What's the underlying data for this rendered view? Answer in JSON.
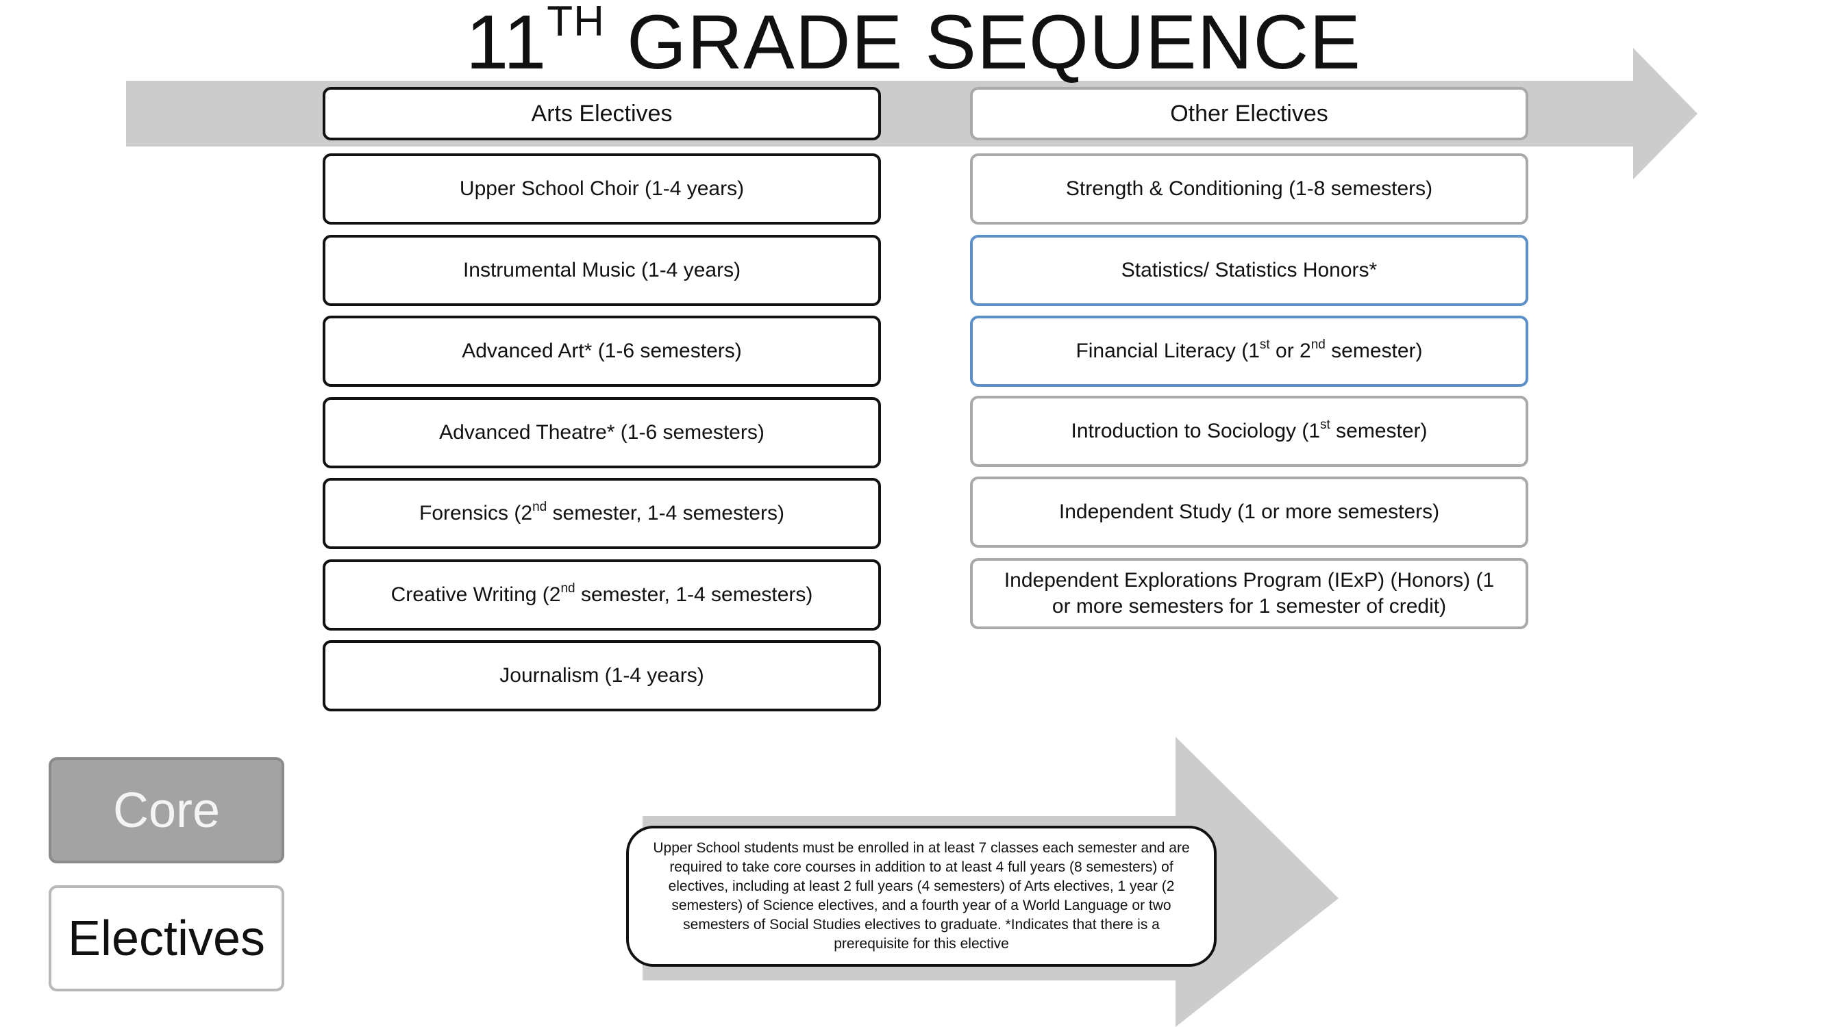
{
  "title": {
    "text": "11",
    "superscript": "TH",
    "rest": " GRADE SEQUENCE"
  },
  "arts_electives": {
    "header": "Arts Electives",
    "items": [
      {
        "parts": [
          {
            "t": "Upper School Choir (1-4 years)"
          }
        ]
      },
      {
        "parts": [
          {
            "t": "Instrumental Music (1-4 years)"
          }
        ]
      },
      {
        "parts": [
          {
            "t": "Advanced Art* (1-6 semesters)"
          }
        ]
      },
      {
        "parts": [
          {
            "t": "Advanced Theatre* (1-6 semesters)"
          }
        ]
      },
      {
        "parts": [
          {
            "t": "Forensics (2"
          },
          {
            "sup": "nd"
          },
          {
            "t": " semester, 1-4 semesters)"
          }
        ]
      },
      {
        "parts": [
          {
            "t": "Creative Writing (2"
          },
          {
            "sup": "nd"
          },
          {
            "t": " semester, 1-4 semesters)"
          }
        ]
      },
      {
        "parts": [
          {
            "t": "Journalism (1-4 years)"
          }
        ]
      }
    ]
  },
  "other_electives": {
    "header": "Other Electives",
    "items": [
      {
        "parts": [
          {
            "t": "Strength & Conditioning (1-8 semesters)"
          }
        ]
      },
      {
        "parts": [
          {
            "t": "Statistics/ Statistics Honors*"
          }
        ]
      },
      {
        "parts": [
          {
            "t": "Financial Literacy (1"
          },
          {
            "sup": "st"
          },
          {
            "t": " or 2"
          },
          {
            "sup": "nd"
          },
          {
            "t": " semester)"
          }
        ]
      },
      {
        "parts": [
          {
            "t": "Introduction to Sociology (1"
          },
          {
            "sup": "st"
          },
          {
            "t": " semester)"
          }
        ]
      },
      {
        "parts": [
          {
            "t": "Independent Study (1 or more semesters)"
          }
        ]
      },
      {
        "parts": [
          {
            "t": "Independent Explorations Program (IExP) (Honors) (1 or more semesters for 1 semester of credit)"
          }
        ]
      }
    ]
  },
  "legend": {
    "core": "Core",
    "electives": "Electives"
  },
  "note": "Upper School students must be enrolled in at least 7 classes each semester and are required to take core courses in addition to at least 4 full years (8 semesters) of electives, including at least 2 full years (4 semesters) of Arts electives, 1 year (2 semesters) of Science electives, and a fourth year of a World Language or two semesters of Social Studies electives to graduate. *Indicates that there is a prerequisite for this elective",
  "colors": {
    "arrow": "#cccccc",
    "box_border_arts": "#111111",
    "box_border_other": "#a9a9a9",
    "box_border_highlight": "#5b8fc9",
    "core_fill": "#a3a3a3"
  }
}
